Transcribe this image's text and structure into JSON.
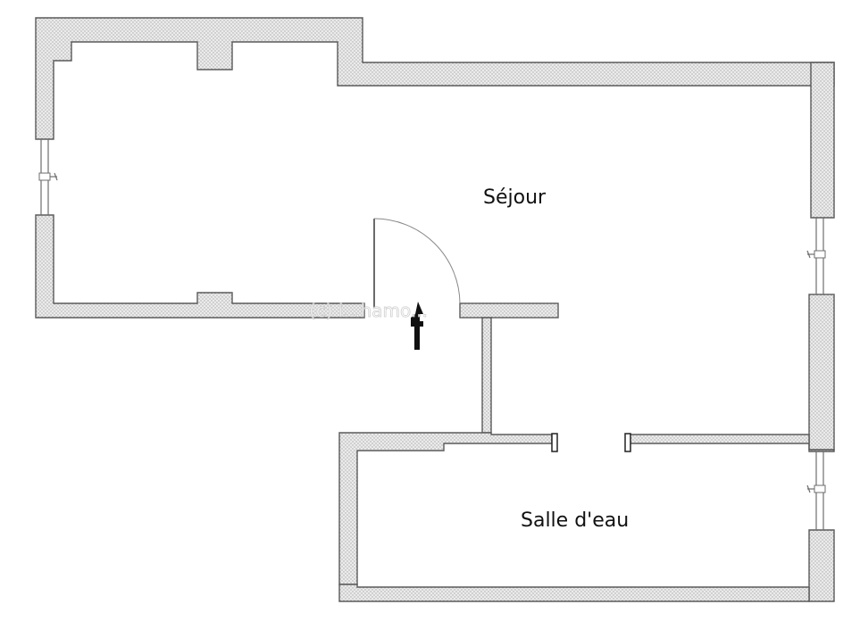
{
  "rooms": {
    "sejour": "Séjour",
    "salle_eau": "Salle d'eau"
  },
  "watermark": "(c) i...hamo...",
  "icons": {
    "north": "north-arrow-icon"
  },
  "colors": {
    "wall_fill": "#e7e7e7",
    "wall_stroke": "#5a5a5a",
    "background": "#ffffff"
  }
}
